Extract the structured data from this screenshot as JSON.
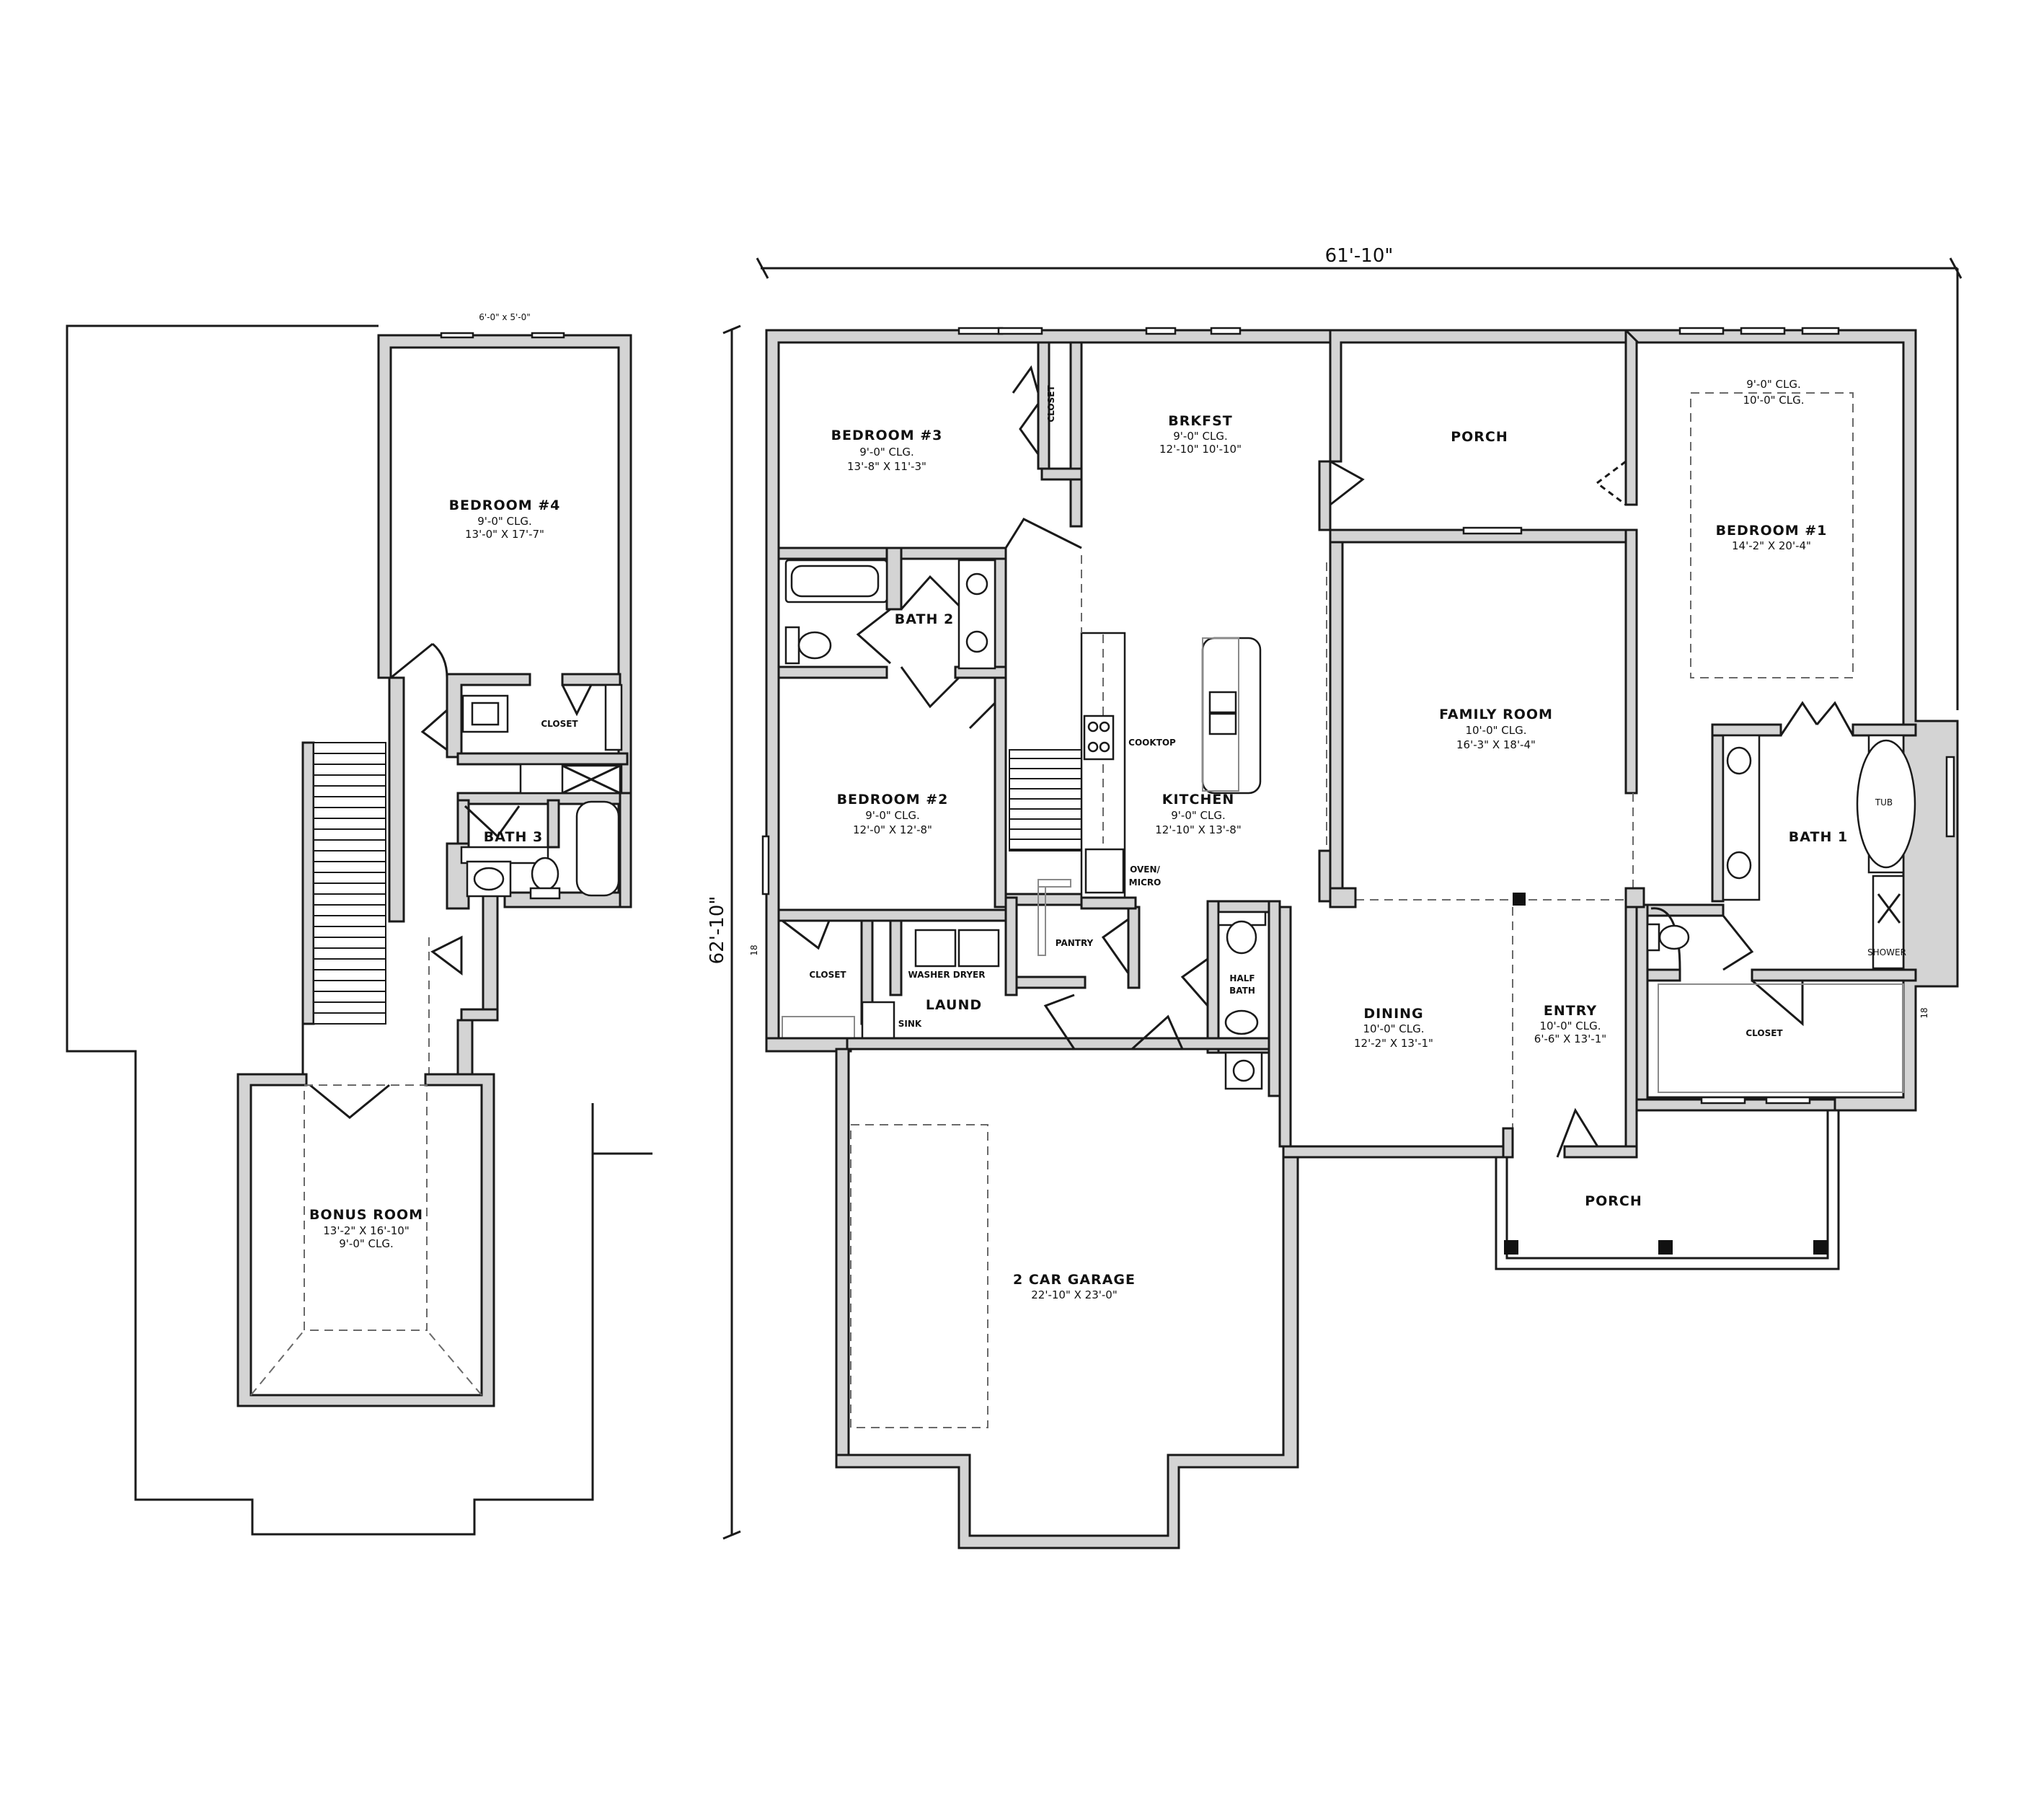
{
  "overall": {
    "width": "61'-10\"",
    "depth": "62'-10\"",
    "dormer_window": "6'-0\" x 5'-0\""
  },
  "upper_floor": {
    "bedroom4": {
      "name": "BEDROOM #4",
      "ceiling": "9'-0\" CLG.",
      "size": "13'-0\" X 17'-7\""
    },
    "closet": "CLOSET",
    "bath3": "BATH 3",
    "bonus_room": {
      "name": "BONUS ROOM",
      "size": "13'-2\" X 16'-10\"",
      "ceiling": "9'-0\" CLG."
    }
  },
  "main_floor": {
    "bedroom3": {
      "name": "BEDROOM #3",
      "ceiling": "9'-0\" CLG.",
      "size": "13'-8\" X 11'-3\""
    },
    "bedroom3_closet": "CLOSET",
    "bath2": "BATH 2",
    "bedroom2": {
      "name": "BEDROOM #2",
      "ceiling": "9'-0\" CLG.",
      "size": "12'-0\" X 12'-8\""
    },
    "closet_left": "CLOSET",
    "washer_dryer": "WASHER DRYER",
    "laundry": "LAUND",
    "sink": "SINK",
    "pantry": "PANTRY",
    "brkfst": {
      "name": "BRKFST",
      "ceiling": "9'-0\" CLG.",
      "size": "12'-10\" 10'-10\""
    },
    "kitchen": {
      "name": "KITCHEN",
      "ceiling": "9'-0\" CLG.",
      "size": "12'-10\" X 13'-8\""
    },
    "cooktop": "COOKTOP",
    "oven": [
      "OVEN/",
      "MICRO"
    ],
    "half_bath": [
      "HALF",
      "BATH"
    ],
    "porch_rear": "PORCH",
    "family_room": {
      "name": "FAMILY ROOM",
      "ceiling": "10'-0\" CLG.",
      "size": "16'-3\" X 18'-4\""
    },
    "bedroom1": {
      "name": "BEDROOM #1",
      "ceiling1": "9'-0\" CLG.",
      "ceiling2": "10'-0\" CLG.",
      "size": "14'-2\" X 20'-4\""
    },
    "bath1": "BATH 1",
    "tub": "TUB",
    "shower": "SHOWER",
    "closet_master": "CLOSET",
    "dining": {
      "name": "DINING",
      "ceiling": "10'-0\" CLG.",
      "size": "12'-2\" X 13'-1\""
    },
    "entry": {
      "name": "ENTRY",
      "ceiling": "10'-0\" CLG.",
      "size": "6'-6\" X 13'-1\""
    },
    "porch_front": "PORCH",
    "garage": {
      "name": "2 CAR GARAGE",
      "size": "22'-10\" X 23'-0\""
    },
    "window_tag": "18"
  }
}
